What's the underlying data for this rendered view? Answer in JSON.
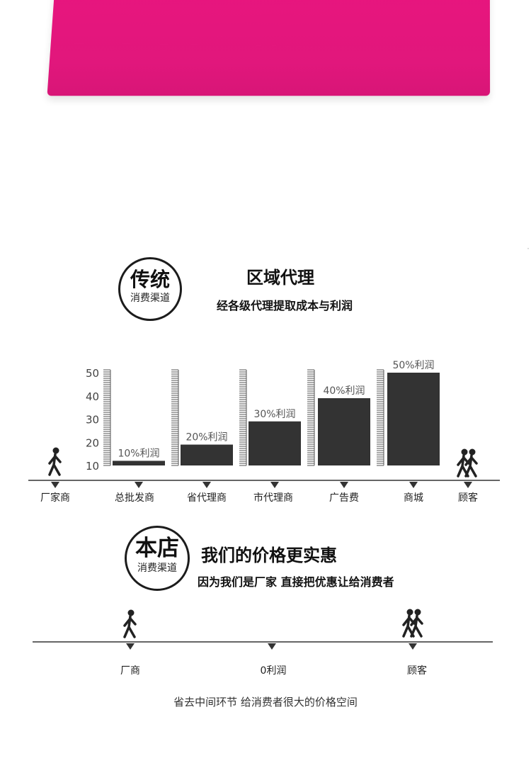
{
  "traditional": {
    "badge_big": "传统",
    "badge_small": "消费渠道",
    "title": "区域代理",
    "subtitle": "经各级代理提取成本与利润"
  },
  "store": {
    "badge_big": "本店",
    "badge_small": "消费渠道",
    "title": "我们的价格更实惠",
    "subtitle": "因为我们是厂家  直接把优惠让给消费者",
    "nodes": [
      "厂商",
      "0利润",
      "顾客"
    ],
    "footer": "省去中间环节  给消费者很大的价格空间"
  },
  "chart_data": {
    "type": "bar",
    "categories": [
      "厂家商",
      "总批发商",
      "省代理商",
      "市代理商",
      "广告费",
      "商城",
      "顾客"
    ],
    "values": [
      null,
      12,
      19,
      29,
      39,
      50,
      null
    ],
    "data_labels": [
      "",
      "10%利润",
      "20%利润",
      "30%利润",
      "40%利润",
      "50%利润",
      ""
    ],
    "ylim": [
      10,
      50
    ],
    "yticks": [
      "50",
      "40",
      "30",
      "20",
      "10"
    ],
    "bar_color": "#333333"
  },
  "colors": {
    "pink": "#e1177c",
    "bar": "#333333",
    "line": "#333333"
  },
  "icons": {
    "manufacturer": "walking-person-icon",
    "customer": "couple-icon"
  }
}
